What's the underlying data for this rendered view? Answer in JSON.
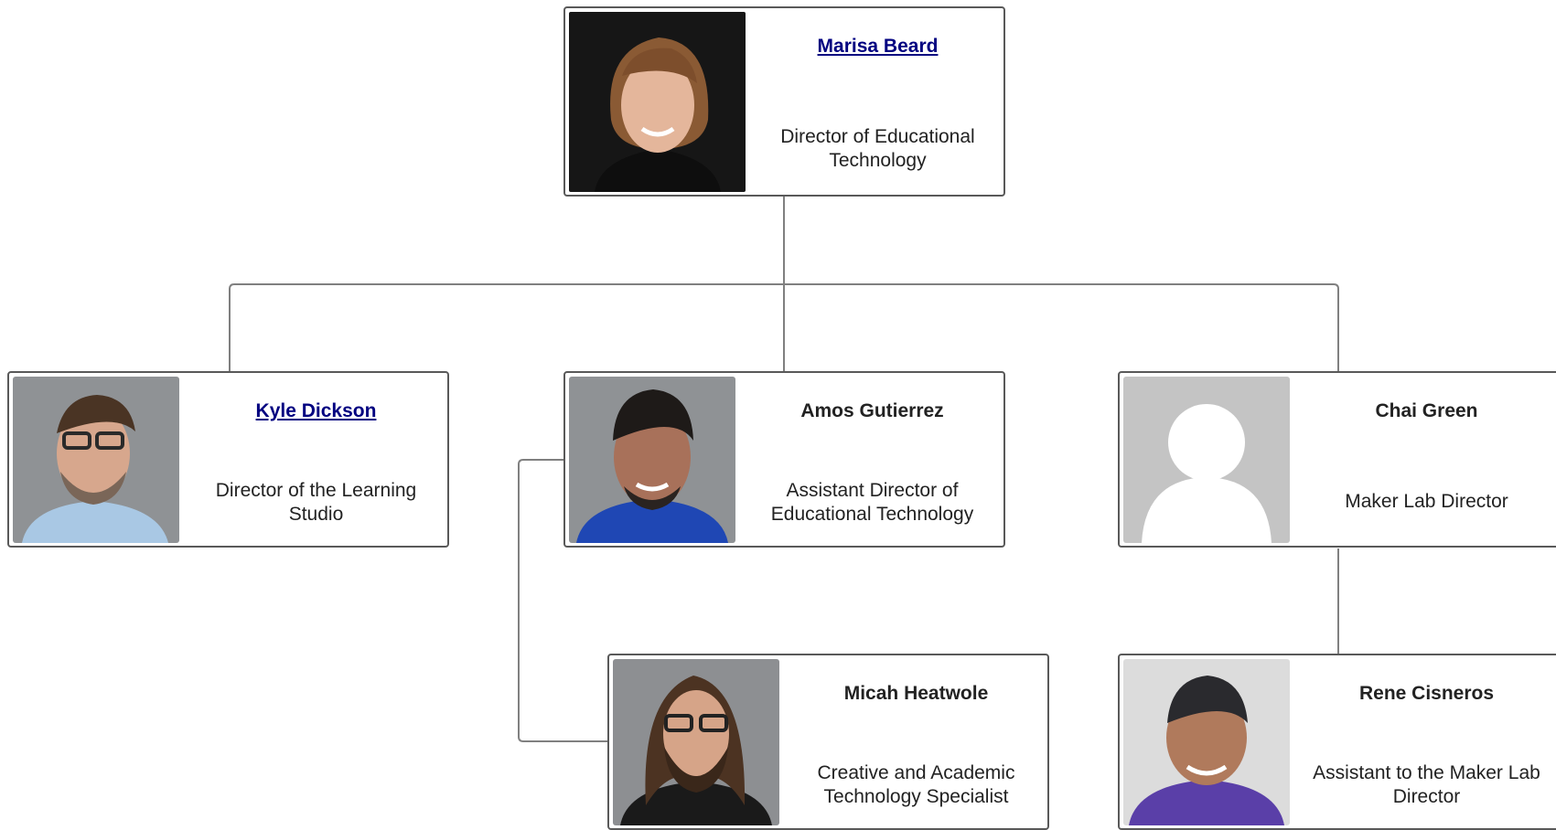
{
  "people": {
    "marisa": {
      "name": "Marisa Beard",
      "title": "Director of Educational Technology"
    },
    "kyle": {
      "name": "Kyle Dickson",
      "title": "Director of the Learning Studio"
    },
    "amos": {
      "name": "Amos Gutierrez",
      "title": "Assistant Director of Educational Technology"
    },
    "chai": {
      "name": "Chai Green",
      "title": "Maker Lab Director"
    },
    "micah": {
      "name": "Micah Heatwole",
      "title": "Creative and Academic Technology Specialist"
    },
    "rene": {
      "name": "Rene Cisneros",
      "title": "Assistant to the Maker Lab Director"
    }
  },
  "colors": {
    "link": "#000080",
    "card_border": "#595959",
    "connector": "#808080",
    "placeholder_bg": "#c4c4c4",
    "placeholder_fg": "#ffffff"
  },
  "icons": {
    "placeholder": "person-silhouette-icon"
  }
}
